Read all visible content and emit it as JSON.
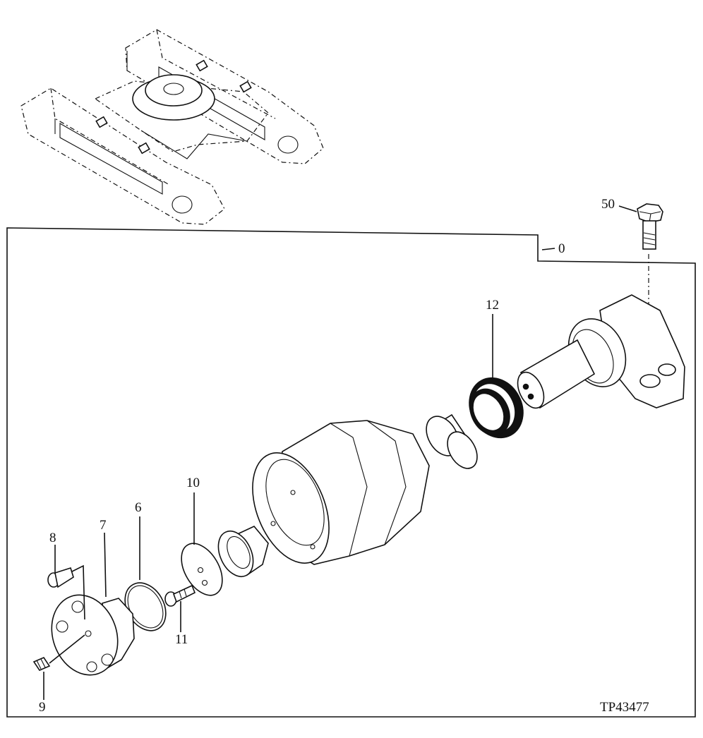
{
  "callouts": [
    {
      "id": "0",
      "label": "0"
    },
    {
      "id": "6",
      "label": "6"
    },
    {
      "id": "7",
      "label": "7"
    },
    {
      "id": "8",
      "label": "8"
    },
    {
      "id": "9",
      "label": "9"
    },
    {
      "id": "10",
      "label": "10"
    },
    {
      "id": "11",
      "label": "11"
    },
    {
      "id": "12",
      "label": "12"
    },
    {
      "id": "50",
      "label": "50"
    }
  ],
  "figure_ref": "TP43477"
}
